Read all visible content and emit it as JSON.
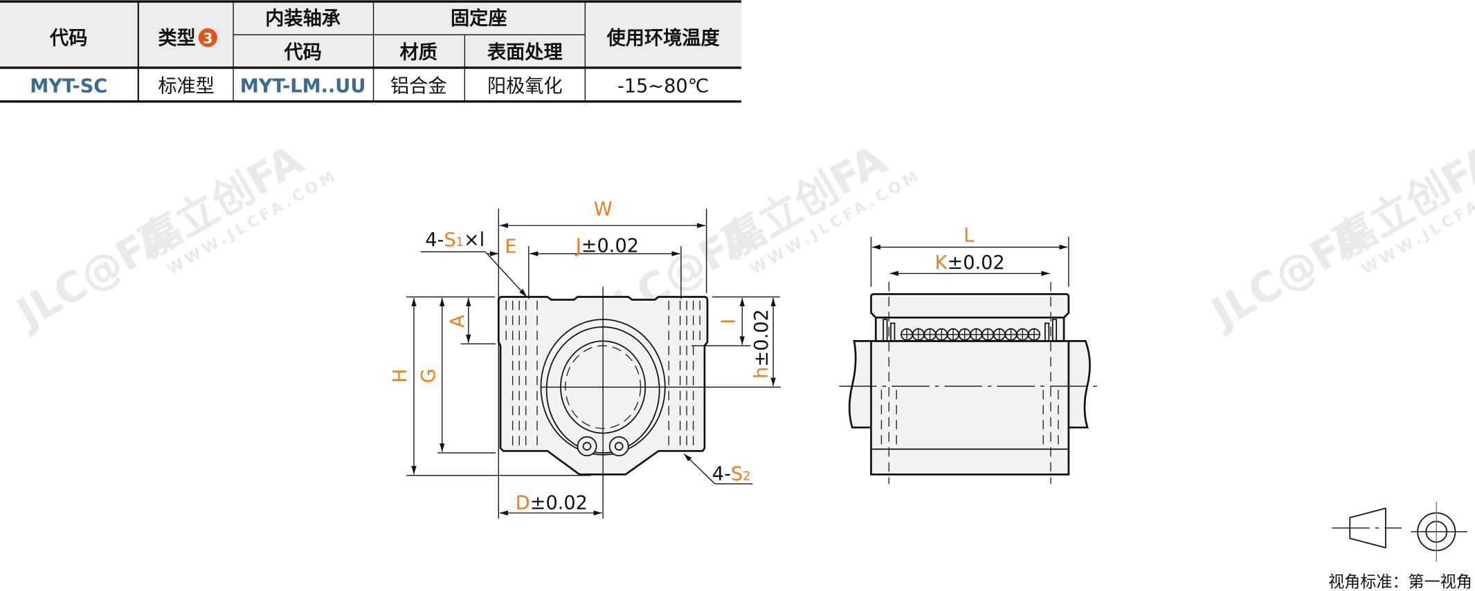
{
  "table": {
    "headers": {
      "code": "代码",
      "type": "类型",
      "type_badge": "3",
      "bearing": "内装轴承",
      "bearing_code": "代码",
      "seat": "固定座",
      "material": "材质",
      "surface": "表面处理",
      "temp": "使用环境温度"
    },
    "rows": [
      {
        "code": "MYT-SC",
        "type": "标准型",
        "bearing_code": "MYT-LM..UU",
        "material": "铝合金",
        "surface": "阳极氧化",
        "temp": "-15~80℃"
      }
    ]
  },
  "colors": {
    "accent": "#ee7d1f",
    "code": "#3b6b93",
    "badge": "#e2541b",
    "header_bg": "#ececec"
  },
  "front_view": {
    "W": "W",
    "E": "E",
    "J": "J",
    "J_tol": "±0.02",
    "S1_prefix": "4-",
    "S1": "S",
    "S1_sub": "1",
    "S1_suffix": "×l",
    "A": "A",
    "G": "G",
    "H": "H",
    "I": "I",
    "h": "h",
    "h_tol": "±0.02",
    "D": "D",
    "D_tol": "±0.02",
    "S2_prefix": "4-",
    "S2": "S",
    "S2_sub": "2"
  },
  "side_view": {
    "L": "L",
    "K": "K",
    "K_tol": "±0.02"
  },
  "watermark": {
    "logo": "JLC@FA",
    "brand": "嘉立创FA",
    "url": "WWW.JLCFA.COM"
  },
  "projection": {
    "label": "视角标准：第一视角"
  }
}
